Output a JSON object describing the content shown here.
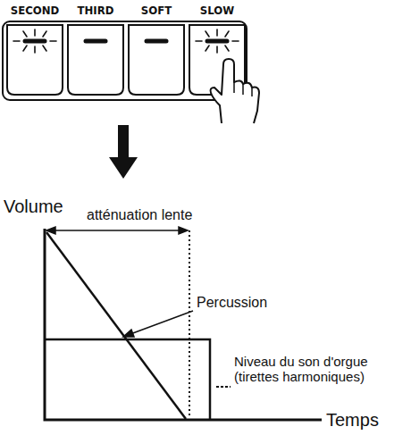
{
  "diagram": {
    "nodes": [
      {
        "text": [
          "SECOND"
        ]
      },
      {
        "text": [
          "THIRD"
        ]
      },
      {
        "text": [
          "SOFT"
        ]
      },
      {
        "text": [
          "SLOW"
        ]
      }
    ],
    "labels": [
      "Volume",
      "atténuation lente",
      "Percussion",
      "Niveau du son d'orgue (tirettes harmoniques)",
      "Temps"
    ]
  }
}
